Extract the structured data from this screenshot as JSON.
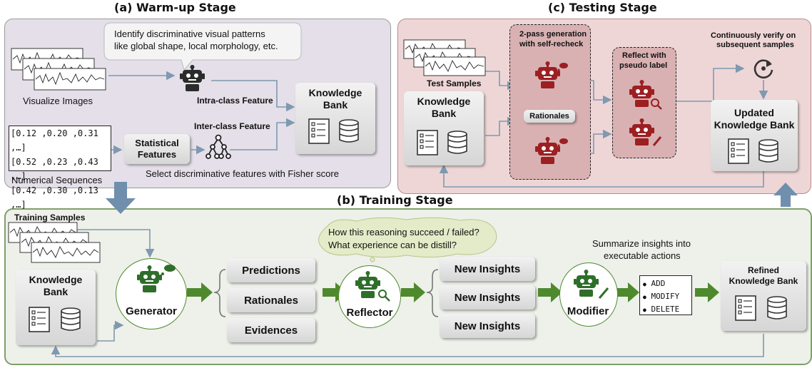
{
  "warmup": {
    "title": "(a)  Warm-up Stage",
    "bubble_line1": "Identify discriminative visual patterns",
    "bubble_line2": "like global shape, local morphology, etc.",
    "visualize_label": "Visualize Images",
    "intra_label": "Intra-class Feature",
    "inter_label": "Inter-class Feature",
    "kb_line1": "Knowledge",
    "kb_line2": "Bank",
    "seq_rows": [
      "[0.12 ,0.20 ,0.31 ,…]",
      "[0.52 ,0.23 ,0.43 ,…]",
      "[0.42 ,0.30 ,0.13 ,…]"
    ],
    "numseq_label": "Numerical Sequences",
    "stat_line1": "Statistical",
    "stat_line2": "Features",
    "fisher_label": "Select discriminative features with Fisher score"
  },
  "testing": {
    "title": "(c)  Testing Stage",
    "test_samples": "Test Samples",
    "kb_line1": "Knowledge",
    "kb_line2": "Bank",
    "twopass_line1": "2-pass generation",
    "twopass_line2": "with self-recheck",
    "rationales": "Rationales",
    "reflect_line1": "Reflect with",
    "reflect_line2": "pseudo label",
    "verify_line1": "Continuously verify on",
    "verify_line2": "subsequent samples",
    "updated_line1": "Updated",
    "updated_line2": "Knowledge Bank"
  },
  "training": {
    "title": "(b)  Training Stage",
    "training_samples": "Training Samples",
    "kb_line1": "Knowledge",
    "kb_line2": "Bank",
    "generator": "Generator",
    "outputs": [
      "Predictions",
      "Rationales",
      "Evidences"
    ],
    "bubble_line1": "How this reasoning succeed / failed?",
    "bubble_line2": "What experience can be distill?",
    "reflector": "Reflector",
    "insights": [
      "New Insights",
      "New Insights",
      "New Insights"
    ],
    "summarize_line1": "Summarize insights into",
    "summarize_line2": "executable actions",
    "modifier": "Modifier",
    "actions": [
      "ADD",
      "MODIFY",
      "DELETE"
    ],
    "refined_line1": "Refined",
    "refined_line2": "Knowledge Bank"
  },
  "colors": {
    "warmup_bg": "#e4dfe8",
    "testing_bg": "#eed6d7",
    "training_bg": "#eef0ea",
    "training_border": "#7fa06a",
    "green_arrow": "#4e8a2d",
    "blue_line": "#7f99b0",
    "robot_dark": "#2b2b2b",
    "robot_green": "#2f6e2a",
    "robot_red": "#9c1f22"
  }
}
